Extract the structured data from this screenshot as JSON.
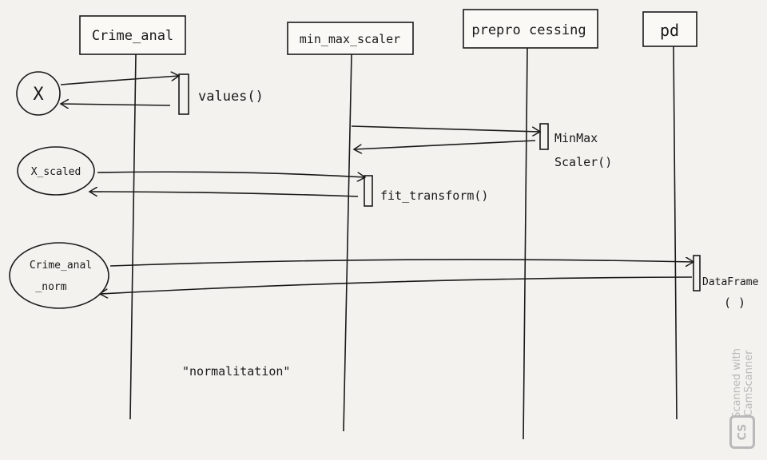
{
  "lifelines": [
    {
      "id": "crime_anal",
      "label": "Crime_anal"
    },
    {
      "id": "min_max_scaler",
      "label": "min_max_scaler"
    },
    {
      "id": "preprocessing",
      "label": "prepro cessing"
    },
    {
      "id": "pd",
      "label": "pd"
    }
  ],
  "actors": [
    {
      "label_lines": [
        "X"
      ]
    },
    {
      "label_lines": [
        "X_scaled"
      ]
    },
    {
      "label_lines": [
        "Crime_anal",
        "_norm"
      ]
    }
  ],
  "messages": [
    {
      "from": "X",
      "to": "Crime_anal",
      "label": "values()"
    },
    {
      "from": "min_max_scaler",
      "to": "preprocessing",
      "label_lines": [
        "MinMax",
        "Scaler()"
      ]
    },
    {
      "from": "X_scaled",
      "to": "min_max_scaler",
      "label": "fit_transform()"
    },
    {
      "from": "Crime_anal_norm",
      "to": "pd",
      "label_lines": [
        "DataFrame",
        "( )"
      ]
    }
  ],
  "note": "\"normalitation\"",
  "watermark": {
    "text_lines": [
      "Scanned with",
      "CamScanner"
    ],
    "logo": "CS"
  }
}
